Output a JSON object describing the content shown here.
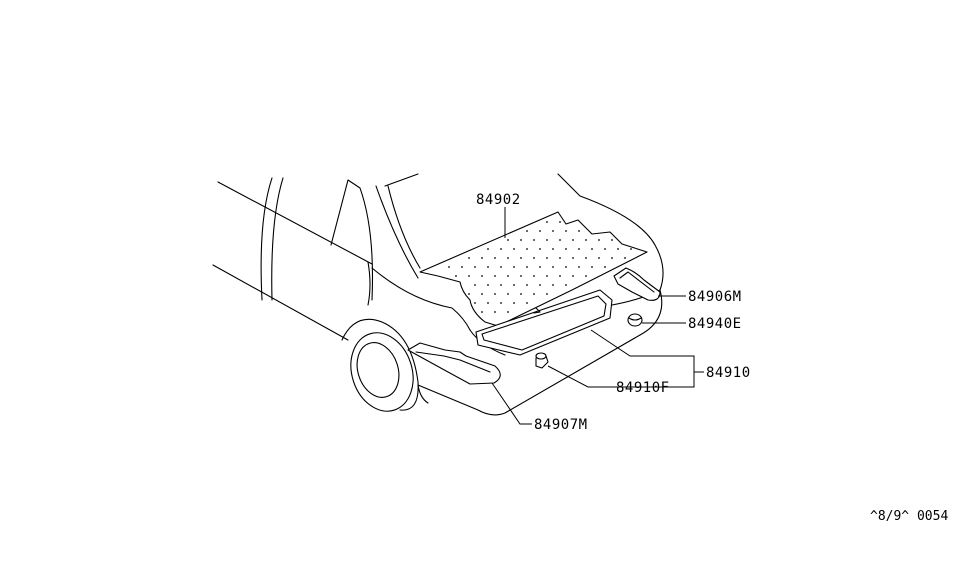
{
  "diagram": {
    "parts": [
      {
        "id": "84902",
        "label": "84902"
      },
      {
        "id": "84906M",
        "label": "84906M"
      },
      {
        "id": "84940E",
        "label": "84940E"
      },
      {
        "id": "84910",
        "label": "84910"
      },
      {
        "id": "84910F",
        "label": "84910F"
      },
      {
        "id": "84907M",
        "label": "84907M"
      }
    ],
    "reference_code": "^8/9^ 0054"
  }
}
